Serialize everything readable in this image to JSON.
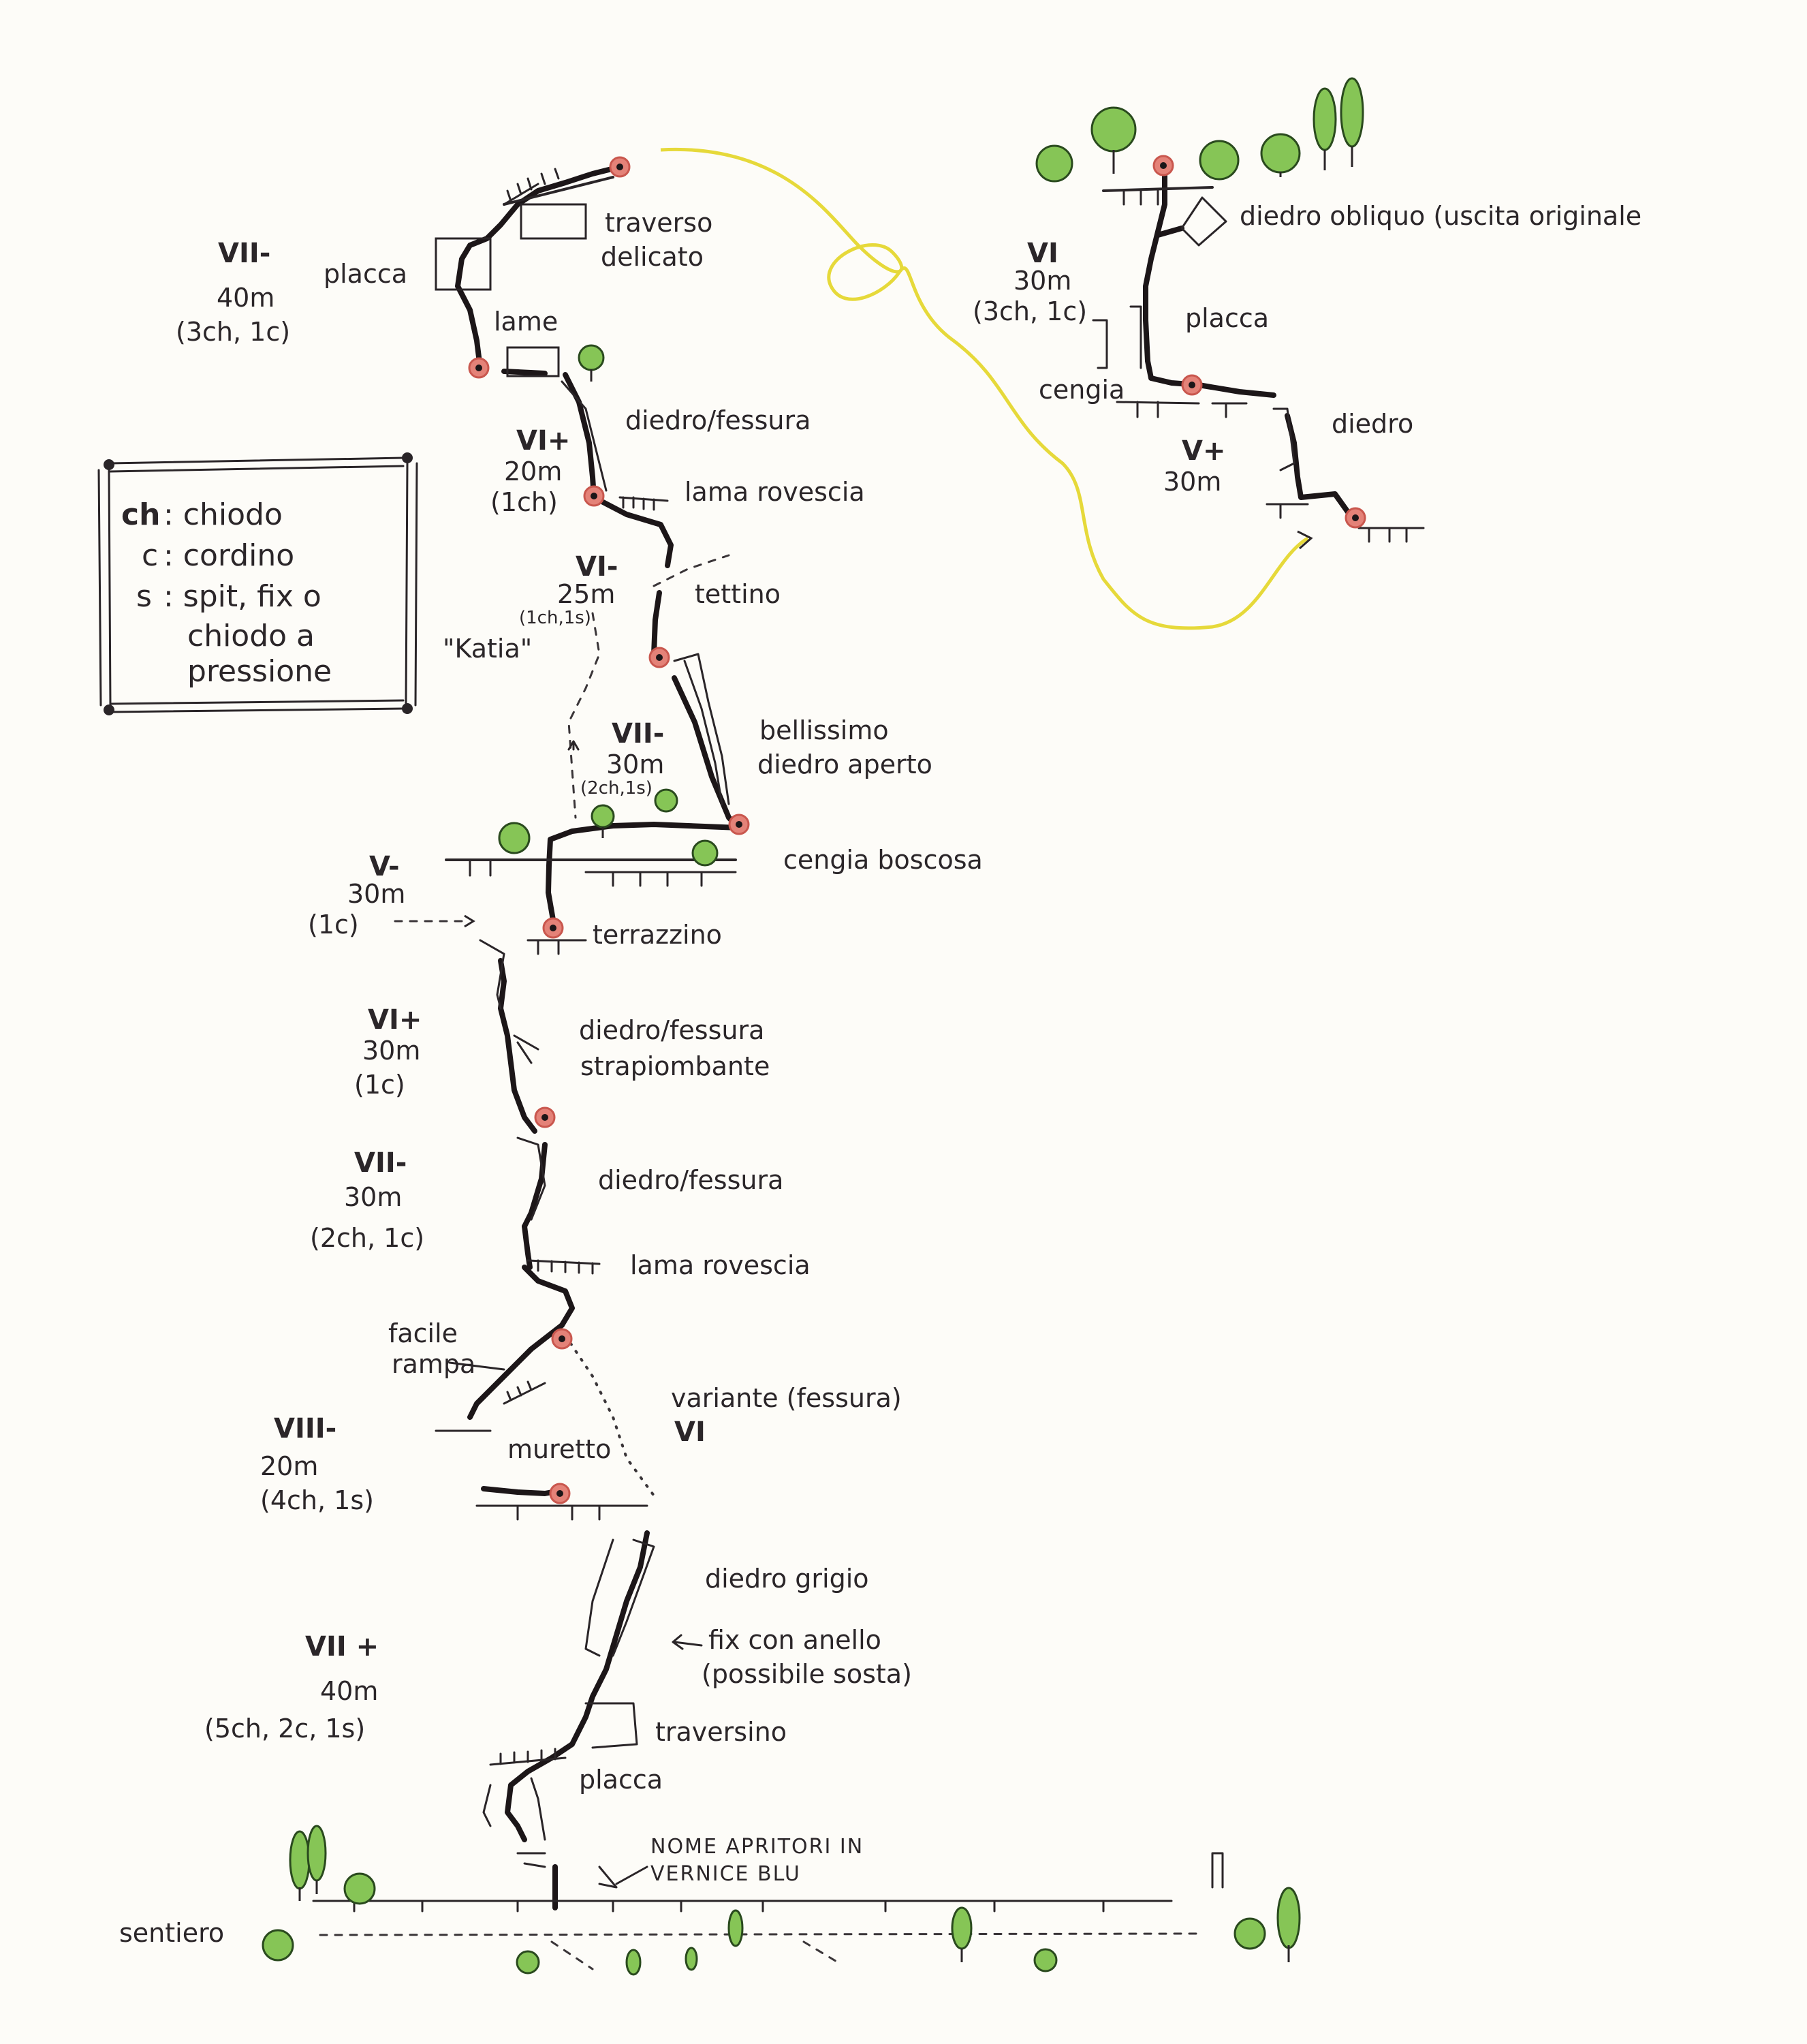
{
  "colors": {
    "route": "#1c1618",
    "belay_fill": "#e48278",
    "tree": "#86c556",
    "exit_line": "#e6d93a"
  },
  "legend": {
    "ch": "ch",
    "ch_def": ": chiodo",
    "c": "c",
    "c_def": ": cordino",
    "s": "s",
    "s_def": ": spit, fix o",
    "s_def2": "chiodo a",
    "s_def3": "pressione"
  },
  "pitches": [
    {
      "grade": "VII-",
      "length": "40m",
      "gear": "(3ch, 1c)"
    },
    {
      "grade": "VI+",
      "length": "20m",
      "gear": "(1ch)"
    },
    {
      "grade": "VI-",
      "length": "25m",
      "gear": "(1ch,1s)"
    },
    {
      "grade": "VII-",
      "length": "30m",
      "gear": "(2ch,1s)"
    },
    {
      "grade": "V-",
      "length": "30m",
      "gear": "(1c)"
    },
    {
      "grade": "VI+",
      "length": "30m",
      "gear": "(1c)"
    },
    {
      "grade": "VII-",
      "length": "30m",
      "gear": "(2ch, 1c)"
    },
    {
      "grade": "VIII-",
      "length": "20m",
      "gear": "(4ch, 1s)"
    },
    {
      "grade": "VII +",
      "length": "40m",
      "gear": "(5ch, 2c, 1s)"
    }
  ],
  "exit_pitches": [
    {
      "grade": "VI",
      "length": "30m",
      "gear": "(3ch, 1c)"
    },
    {
      "grade": "V+",
      "length": "30m"
    }
  ],
  "labels": {
    "traverso": "traverso",
    "delicato": "delicato",
    "placca_top": "placca",
    "lame": "lame",
    "diedro_fessura_1": "diedro/fessura",
    "lama_rovescia_1": "lama rovescia",
    "tettino": "tettino",
    "katia": "\"Katia\"",
    "bellissimo": "bellissimo",
    "diedro_aperto": "diedro aperto",
    "cengia_boscosa": "cengia boscosa",
    "terrazzino": "terrazzino",
    "diedro_fessura_2": "diedro/fessura",
    "strapiombante": "strapiombante",
    "diedro_fessura_3": "diedro/fessura",
    "lama_rovescia_2": "lama rovescia",
    "facile": "facile",
    "rampa": "rampa",
    "variante": "variante (fessura)",
    "variante_grade": "VI",
    "muretto": "muretto",
    "diedro_grigio": "diedro grigio",
    "fix_con_anello": "fix con anello",
    "possibile_sosta": "(possibile sosta)",
    "traversino": "traversino",
    "placca_bottom": "placca",
    "nome_apritori": "NOME APRITORI IN",
    "vernice_blu": "VERNICE BLU",
    "sentiero": "sentiero",
    "diedro_obliquo": "diedro obliquo (uscita originale",
    "placca_exit": "placca",
    "cengia": "cengia",
    "diedro_exit": "diedro"
  }
}
